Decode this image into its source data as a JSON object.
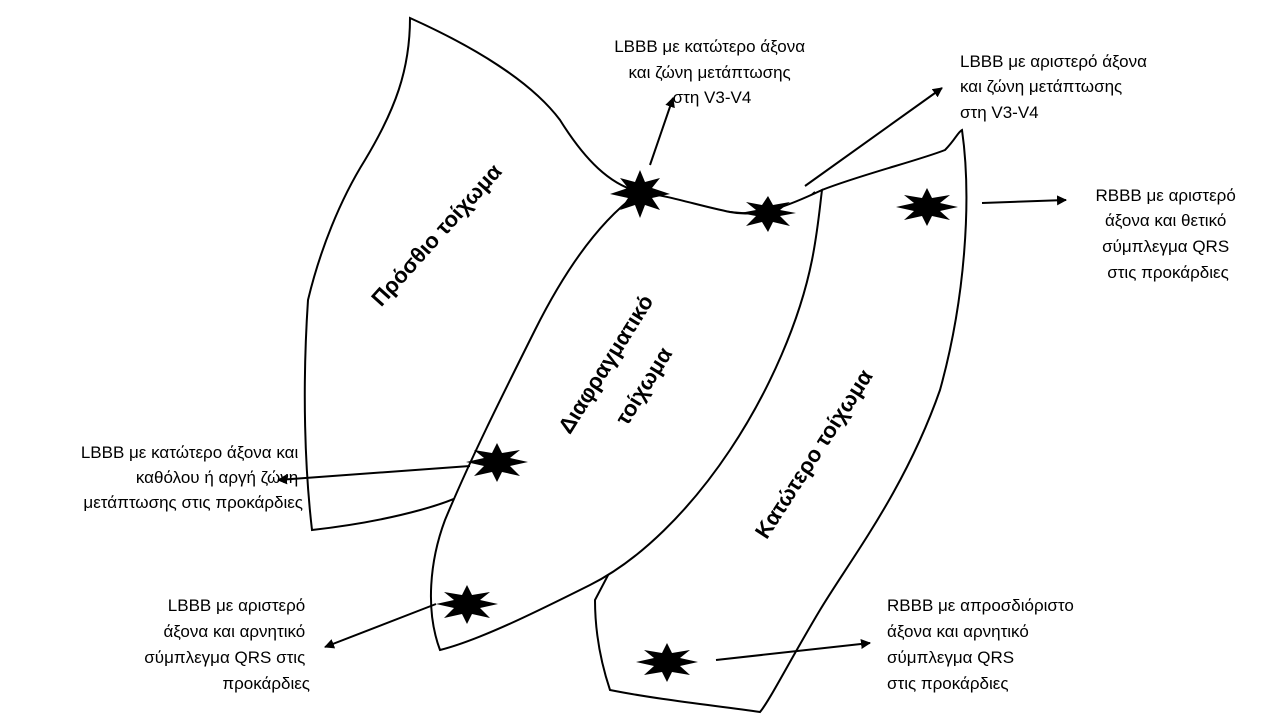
{
  "walls": {
    "anterior": "Πρόσθιο τοίχωμα",
    "diaphragmatic_line1": "Διαφραγματικό",
    "diaphragmatic_line2": "τοίχωμα",
    "inferior": "Κατώτερο τοίχωμα"
  },
  "annotations": {
    "top_center": [
      "LBBB με κατώτερο άξονα",
      "και ζώνη μετάπτωσης",
      "στη V3-V4"
    ],
    "top_right": [
      "LBBB με αριστερό άξονα",
      "και ζώνη μετάπτωσης",
      "στη V3-V4"
    ],
    "right": [
      "RBBB με αριστερό",
      "άξονα και θετικό",
      "σύμπλεγμα QRS",
      "στις προκάρδιες"
    ],
    "left_middle": [
      "LBBB με κατώτερο άξονα και",
      "καθόλου ή αργή ζώνη",
      "μετάπτωσης στις προκάρδιες"
    ],
    "left_bottom": [
      "LBBB με αριστερό",
      "άξονα και αρνητικό",
      "σύμπλεγμα QRS στις",
      "προκάρδιες"
    ],
    "bottom_right": [
      "RBBB με απροσδιόριστο",
      "άξονα και αρνητικό",
      "σύμπλεγμα QRS",
      "στις προκάρδιες"
    ]
  },
  "colors": {
    "ink": "#000000",
    "fill": "#ffffff"
  }
}
